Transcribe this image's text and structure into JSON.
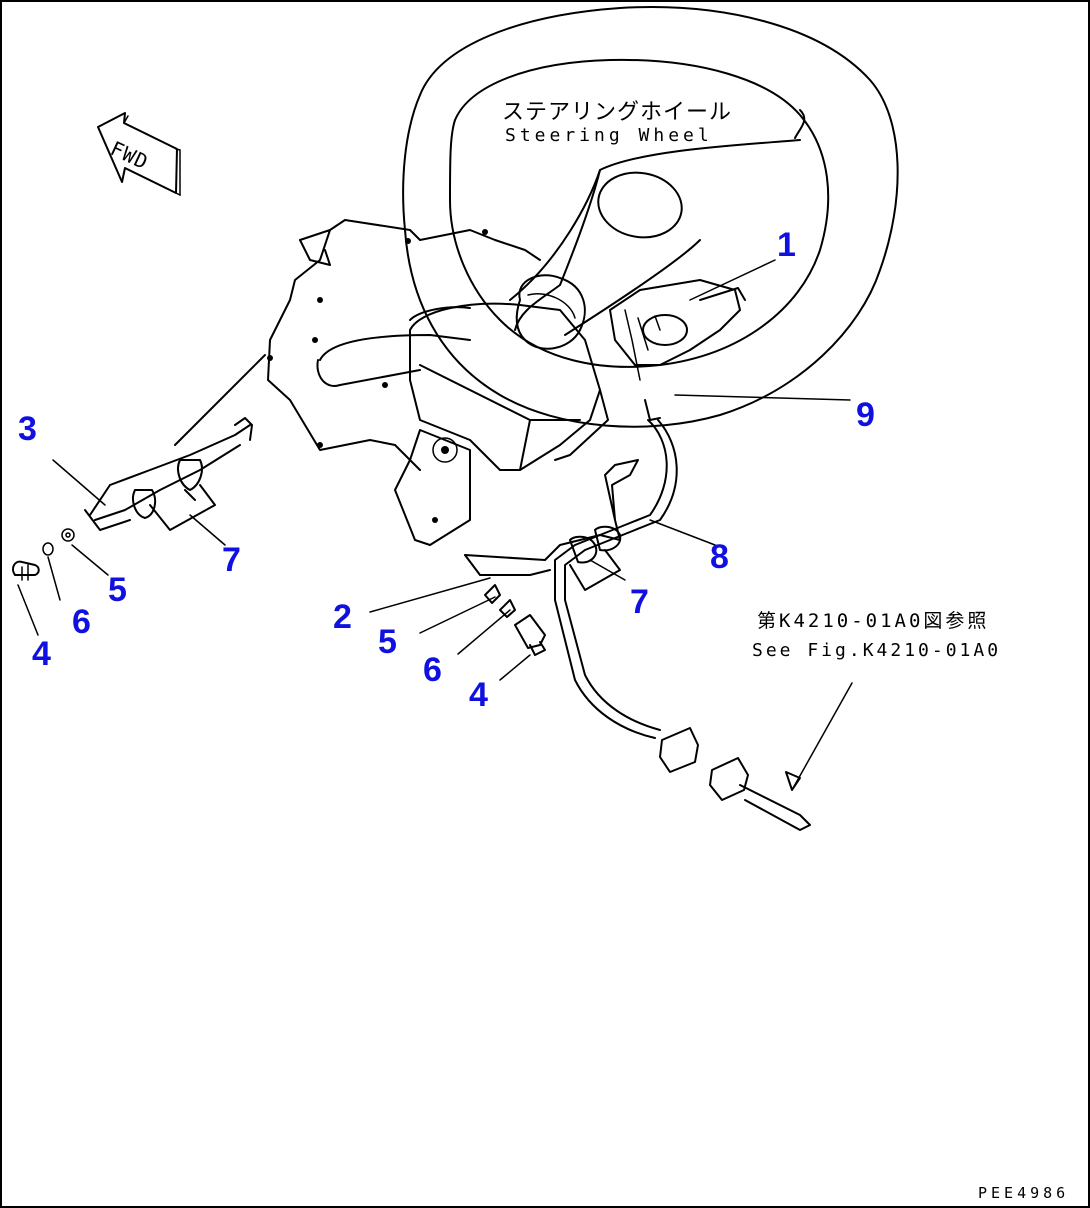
{
  "title": {
    "jp": "ステアリングホイール",
    "en": "Steering Wheel"
  },
  "fwd_label": "FWD",
  "reference": {
    "jp": "第K4210-01A0図参照",
    "en": "See Fig.K4210-01A0"
  },
  "drawing_code": "PEE4986",
  "callouts": {
    "c1": "1",
    "c9": "9",
    "c3": "3",
    "c7a": "7",
    "c5a": "5",
    "c6a": "6",
    "c4a": "4",
    "c8": "8",
    "c2": "2",
    "c7b": "7",
    "c5b": "5",
    "c6b": "6",
    "c4b": "4"
  },
  "colors": {
    "callout": "#1010e0",
    "line": "#000000",
    "background": "#ffffff"
  }
}
